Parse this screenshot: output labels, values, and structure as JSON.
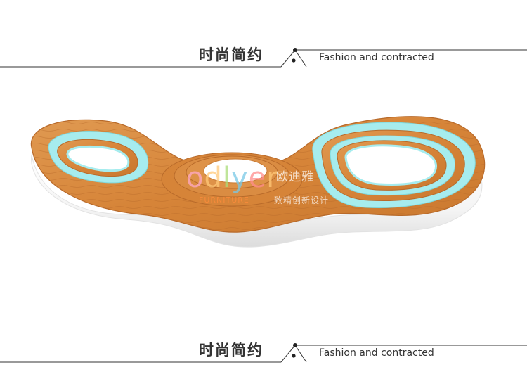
{
  "header": {
    "title_cn": "时尚简约",
    "title_en": "Fashion and contracted"
  },
  "footer": {
    "title_cn": "时尚简约",
    "title_en": "Fashion and contracted"
  },
  "watermark": {
    "logo_letters": [
      "o",
      "d",
      "l",
      "y",
      "e",
      "r"
    ],
    "brand_cn": "欧迪雅",
    "furniture": "FURNITURE",
    "slogan_cn": "致精创新设计"
  },
  "colors": {
    "wood": "#d9893f",
    "wood_dark": "#b8642a",
    "glow": "#a6ecee",
    "base_white": "#ffffff",
    "text": "#333333",
    "rule": "#333333"
  }
}
